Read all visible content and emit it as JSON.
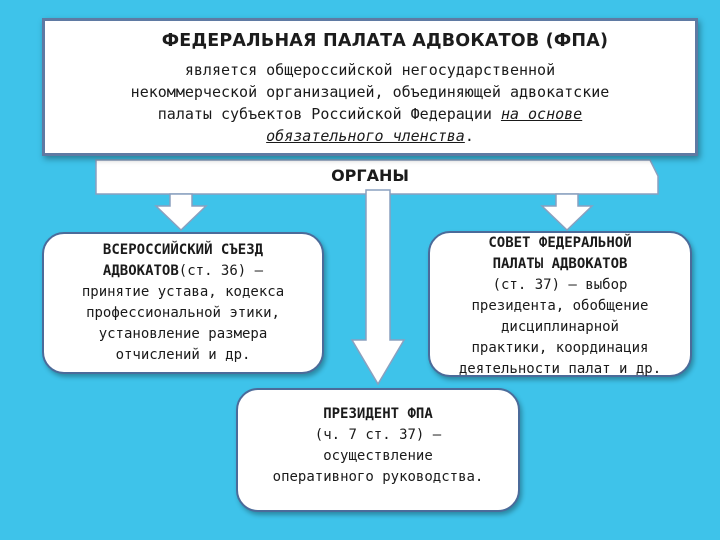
{
  "fpa": {
    "title": "ФЕДЕРАЛЬНАЯ ПАЛАТА АДВОКАТОВ (ФПА)",
    "desc_line1": "является общероссийской негосударственной",
    "desc_line2": "некоммерческой организацией, объединяющей адвокатские",
    "desc_line3_prefix": "палаты субъектов Российской Федерации ",
    "desc_line3_underlined": "на основе",
    "desc_line4_underlined": "обязательного членства",
    "desc_line4_suffix": "."
  },
  "organs": {
    "label": "ОРГАНЫ"
  },
  "congress": {
    "title_line1": "ВСЕРОССИЙСКИЙ СЪЕЗД",
    "title_line2": "АДВОКАТОВ",
    "ref": "(ст. 36) –",
    "line3": "принятие устава, кодекса",
    "line4": "профессиональной этики,",
    "line5": "установление размера",
    "line6": "отчислений и др."
  },
  "council": {
    "title_line1": "СОВЕТ ФЕДЕРАЛЬНОЙ",
    "title_line2": "ПАЛАТЫ АДВОКАТОВ",
    "line3": "(ст. 37) – выбор",
    "line4": "президента, обобщение",
    "line5": "дисциплинарной",
    "line6": "практики, координация",
    "line7": "деятельности палат и др."
  },
  "president": {
    "title": "ПРЕЗИДЕНТ ФПА",
    "line2": "(ч. 7 ст. 37) –",
    "line3": "осуществление",
    "line4": "оперативного руководства."
  },
  "colors": {
    "background": "#3ec3ea",
    "border": "#5f7aa3",
    "box": "#ffffff"
  }
}
